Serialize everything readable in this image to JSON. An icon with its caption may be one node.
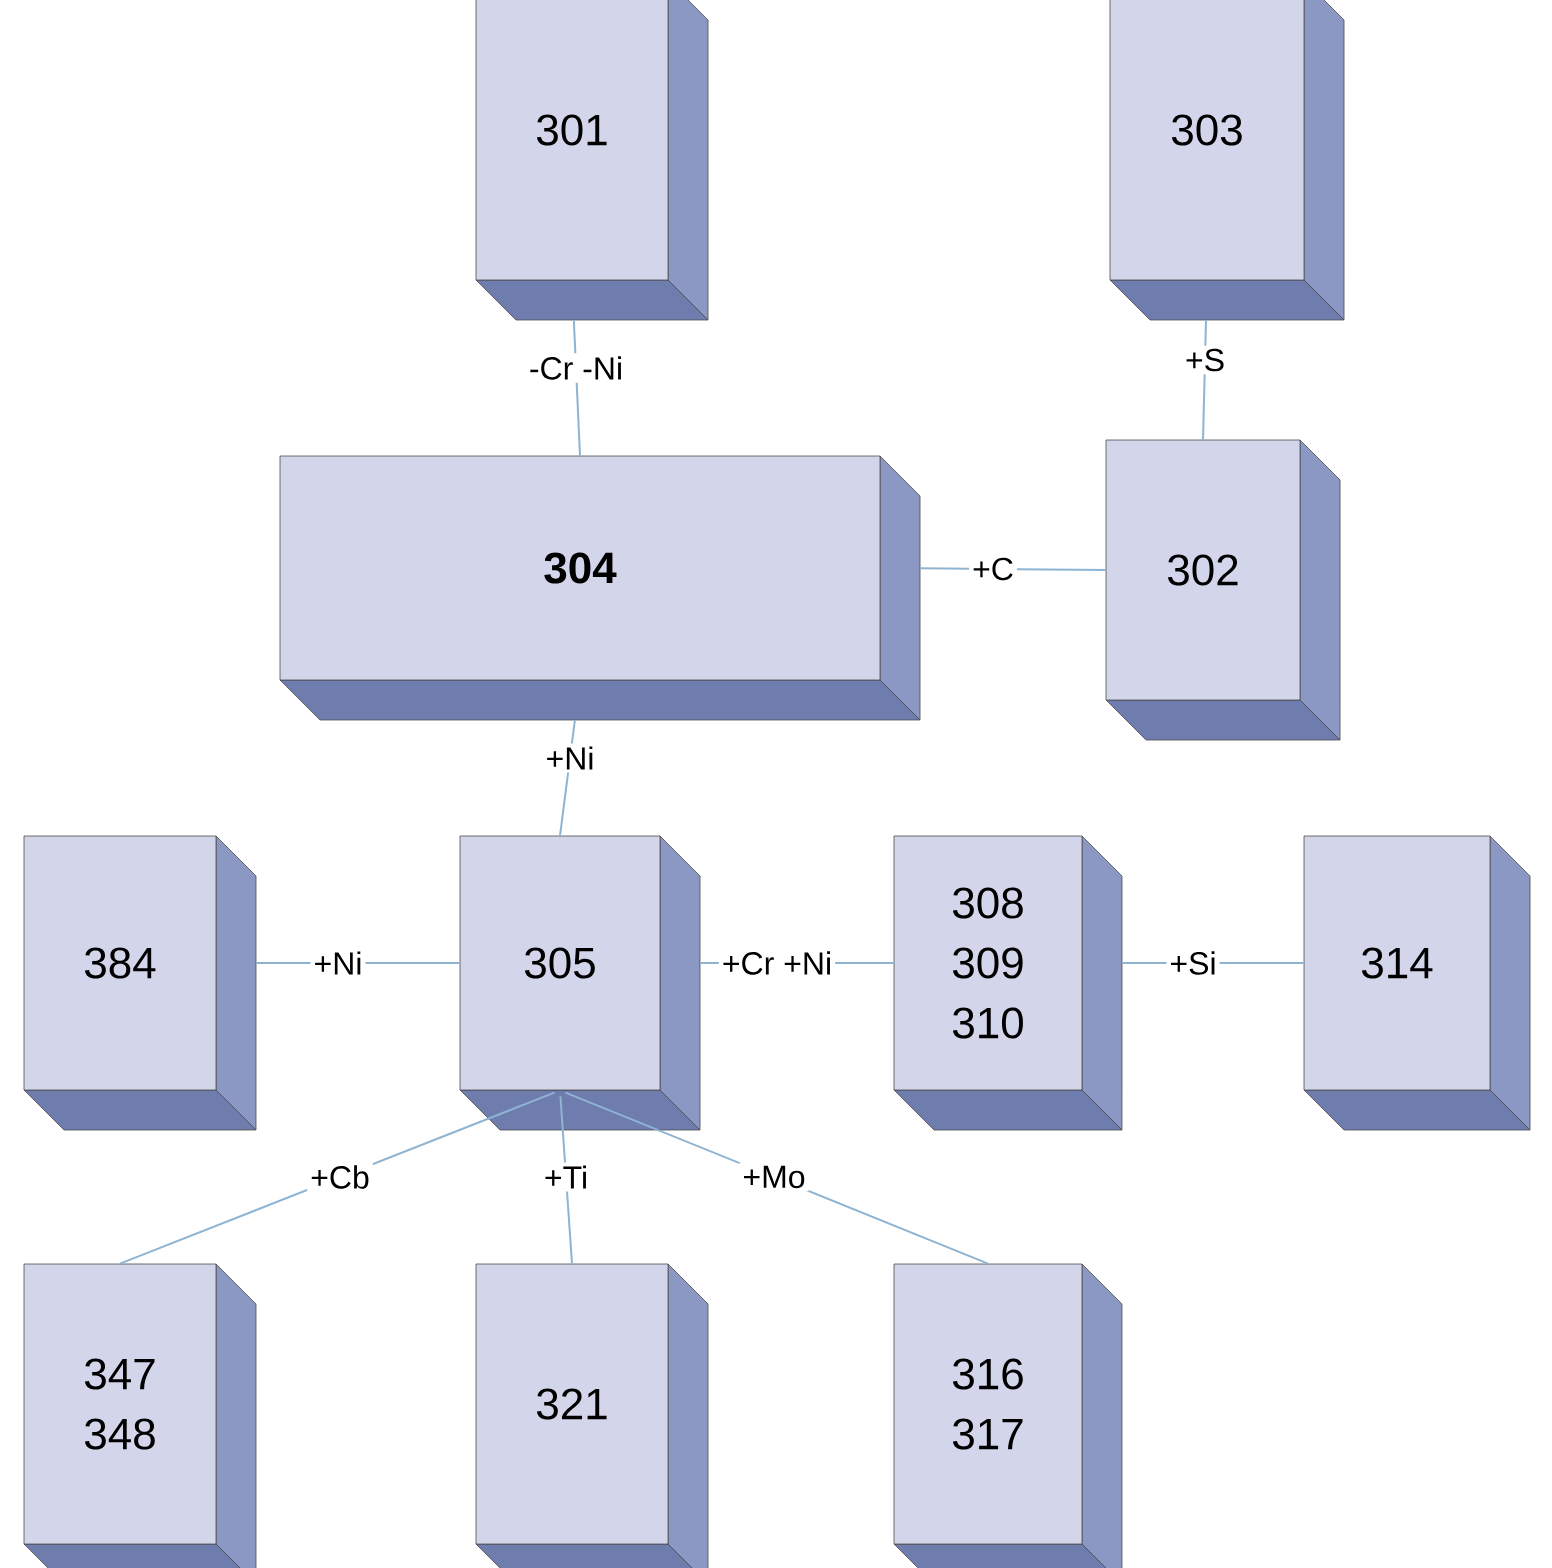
{
  "diagram": {
    "nodes": [
      {
        "text": [
          "301"
        ]
      },
      {
        "text": [
          "303"
        ]
      },
      {
        "text": [
          "304"
        ]
      },
      {
        "text": [
          "302"
        ]
      },
      {
        "text": [
          "384"
        ]
      },
      {
        "text": [
          "305"
        ]
      },
      {
        "text": [
          "308 309 310"
        ]
      },
      {
        "text": [
          "314"
        ]
      },
      {
        "text": [
          "347 348"
        ]
      },
      {
        "text": [
          "321"
        ]
      },
      {
        "text": [
          "316 317"
        ]
      }
    ],
    "edges": [
      {
        "from": 2,
        "to": 0,
        "arrow": "none",
        "label": "-Cr -Ni"
      },
      {
        "from": 2,
        "to": 3,
        "arrow": "none",
        "label": "+C"
      },
      {
        "from": 3,
        "to": 1,
        "arrow": "none",
        "label": "+S"
      },
      {
        "from": 2,
        "to": 5,
        "arrow": "none",
        "label": "+Ni"
      },
      {
        "from": 5,
        "to": 4,
        "arrow": "none",
        "label": "+Ni"
      },
      {
        "from": 5,
        "to": 6,
        "arrow": "none",
        "label": "+Cr +Ni"
      },
      {
        "from": 6,
        "to": 7,
        "arrow": "none",
        "label": "+Si"
      },
      {
        "from": 5,
        "to": 8,
        "arrow": "none",
        "label": "+Cb"
      },
      {
        "from": 5,
        "to": 9,
        "arrow": "none",
        "label": "+Ti"
      },
      {
        "from": 5,
        "to": 10,
        "arrow": "none",
        "label": "+Mo"
      }
    ]
  }
}
